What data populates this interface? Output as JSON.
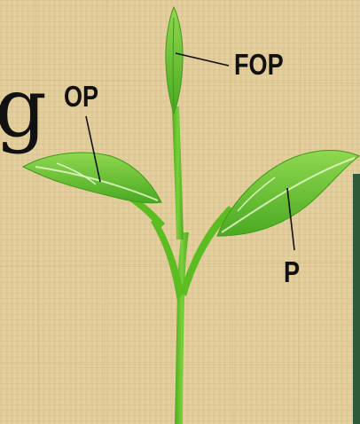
{
  "labels": {
    "fop": "FOP",
    "op": "OP",
    "p": "P"
  },
  "edge_glyph": "g",
  "colors": {
    "background": "#e2cf9f",
    "stem": "#5fc021",
    "leaf": "#6cc83a",
    "leaf_dark": "#3f9a1c",
    "vein": "#e6f5c8",
    "leader_line": "#111111"
  }
}
